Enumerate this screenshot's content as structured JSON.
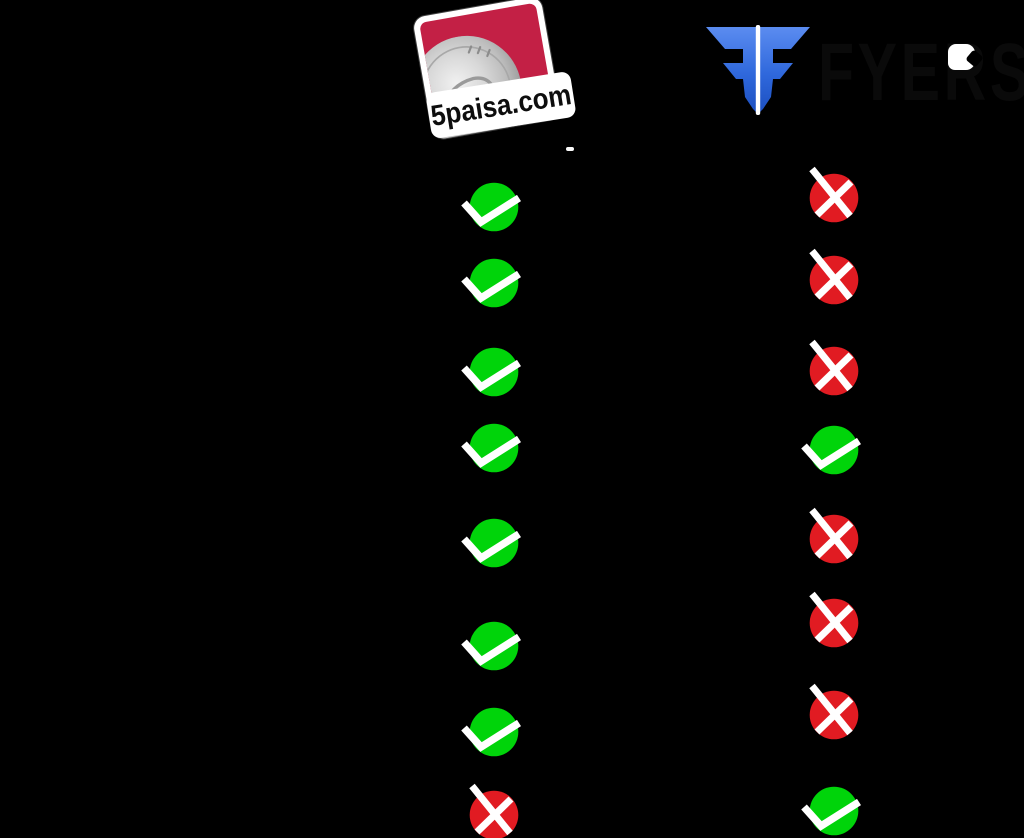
{
  "page": {
    "background_color": "#000000",
    "description": "broker comparison graphic"
  },
  "logos": {
    "paisa": {
      "text": "5paisa.com",
      "card_color": "#c32045",
      "border_color": "#ffffff",
      "coin_icon": "silver-coin-graphic"
    },
    "fyers": {
      "text": "FYERS",
      "emblem_icon": "double-f-arrow-emblem",
      "blue_top": "#5b8cf0",
      "blue_mid": "#2f68dc",
      "blue_bottom": "#1c4fc0",
      "text_color": "#0a0a0a",
      "r_counter_color": "#ffffff"
    }
  },
  "colors": {
    "check_green": "#00d40a",
    "cross_red": "#e11b22",
    "mark_white": "#ffffff"
  },
  "comparison": {
    "columns": [
      {
        "id": "col-5paisa",
        "logo_text": "5paisa.com"
      },
      {
        "id": "col-fyers",
        "logo_text": "FYERS"
      }
    ],
    "rows": [
      {
        "left": "yes",
        "right": "no"
      },
      {
        "left": "yes",
        "right": "no"
      },
      {
        "left": "yes",
        "right": "no"
      },
      {
        "left": "yes",
        "right": "yes"
      },
      {
        "left": "yes",
        "right": "no"
      },
      {
        "left": "yes",
        "right": "no"
      },
      {
        "left": "yes",
        "right": "no"
      },
      {
        "left": "no",
        "right": "yes"
      }
    ]
  },
  "decor": {
    "white_dash": "small-white-dash"
  }
}
